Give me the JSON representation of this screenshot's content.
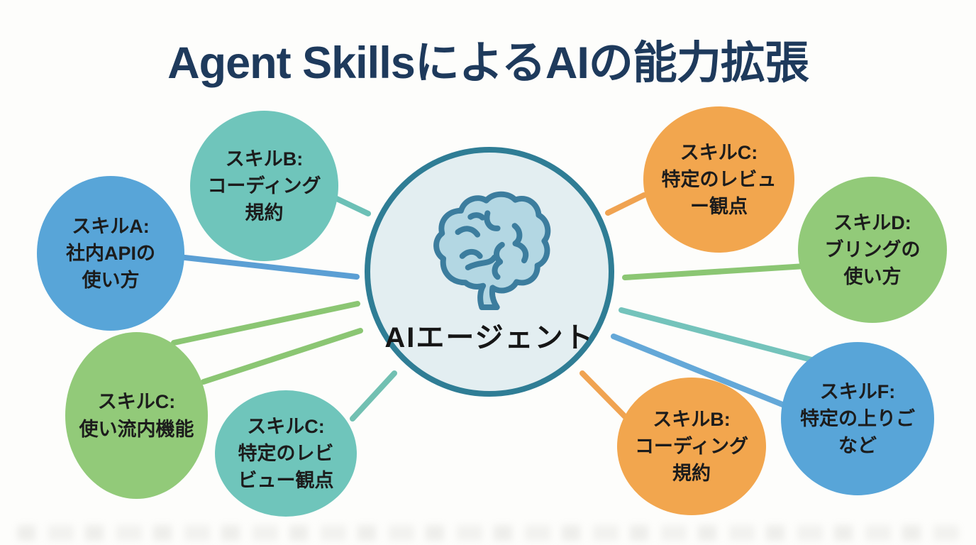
{
  "title": "Agent SkillsによるAIの能力拡張",
  "colors": {
    "background": "#fdfdfb",
    "title": "#1e3a5c",
    "blue": "#58a5d8",
    "teal": "#6fc5bb",
    "green": "#92ca79",
    "orange": "#f2a64e"
  },
  "center": {
    "label": "AIエージェント",
    "icon": "brain-icon",
    "fill": "#e3eef1",
    "border": "#2f7d95",
    "brain_fill": "#b3d7e3",
    "brain_stroke": "#3c7d9e"
  },
  "nodes": [
    {
      "id": "skill-a",
      "label": "スキルA:\n社内APIの\n使い方",
      "color": "#58a5d8"
    },
    {
      "id": "skill-b-top",
      "label": "スキルB:\nコーディング\n規約",
      "color": "#6fc5bb"
    },
    {
      "id": "skill-c-top-right",
      "label": "スキルC:\n特定のレビュ\nー観点",
      "color": "#f2a64e"
    },
    {
      "id": "skill-d",
      "label": "スキルD:\nブリングの\n使い方",
      "color": "#92ca79"
    },
    {
      "id": "skill-c-bottom-left",
      "label": "スキルC:\n使い流内機能",
      "color": "#92ca79"
    },
    {
      "id": "skill-c-bottom",
      "label": "スキルC:\n特定のレビ\nビュー観点",
      "color": "#6fc5bb"
    },
    {
      "id": "skill-b-bottom",
      "label": "スキルB:\nコーディング\n規約",
      "color": "#f2a64e"
    },
    {
      "id": "skill-f",
      "label": "スキルF:\n特定の上りご\nなど",
      "color": "#58a5d8"
    }
  ],
  "arrows": [
    {
      "id": "arrow-b-top",
      "from": "skill-b-top",
      "to": "ai-agent",
      "color": "#6cc0b6"
    },
    {
      "id": "arrow-a",
      "from": "skill-a",
      "to": "ai-agent",
      "color": "#5b9fd4"
    },
    {
      "id": "arrow-c-bl-1",
      "from": "skill-c-bottom-left",
      "to": "ai-agent",
      "color": "#8bc673"
    },
    {
      "id": "arrow-c-bl-2",
      "from": "skill-c-bottom-left",
      "to": "ai-agent",
      "color": "#8bc673"
    },
    {
      "id": "arrow-c-bottom",
      "from": "skill-c-bottom",
      "to": "ai-agent",
      "color": "#72c0b2"
    },
    {
      "id": "arrow-c-tr",
      "from": "skill-c-top-right",
      "to": "ai-agent",
      "color": "#f0a351"
    },
    {
      "id": "arrow-d",
      "from": "skill-d",
      "to": "ai-agent",
      "color": "#8bc673"
    },
    {
      "id": "arrow-f-teal",
      "from": "skill-f",
      "to": "ai-agent",
      "color": "#74c3bb"
    },
    {
      "id": "arrow-f-blue",
      "from": "skill-f",
      "to": "ai-agent",
      "color": "#64a8d8"
    },
    {
      "id": "arrow-b-bottom",
      "from": "skill-b-bottom",
      "to": "ai-agent",
      "color": "#f0a351"
    }
  ]
}
